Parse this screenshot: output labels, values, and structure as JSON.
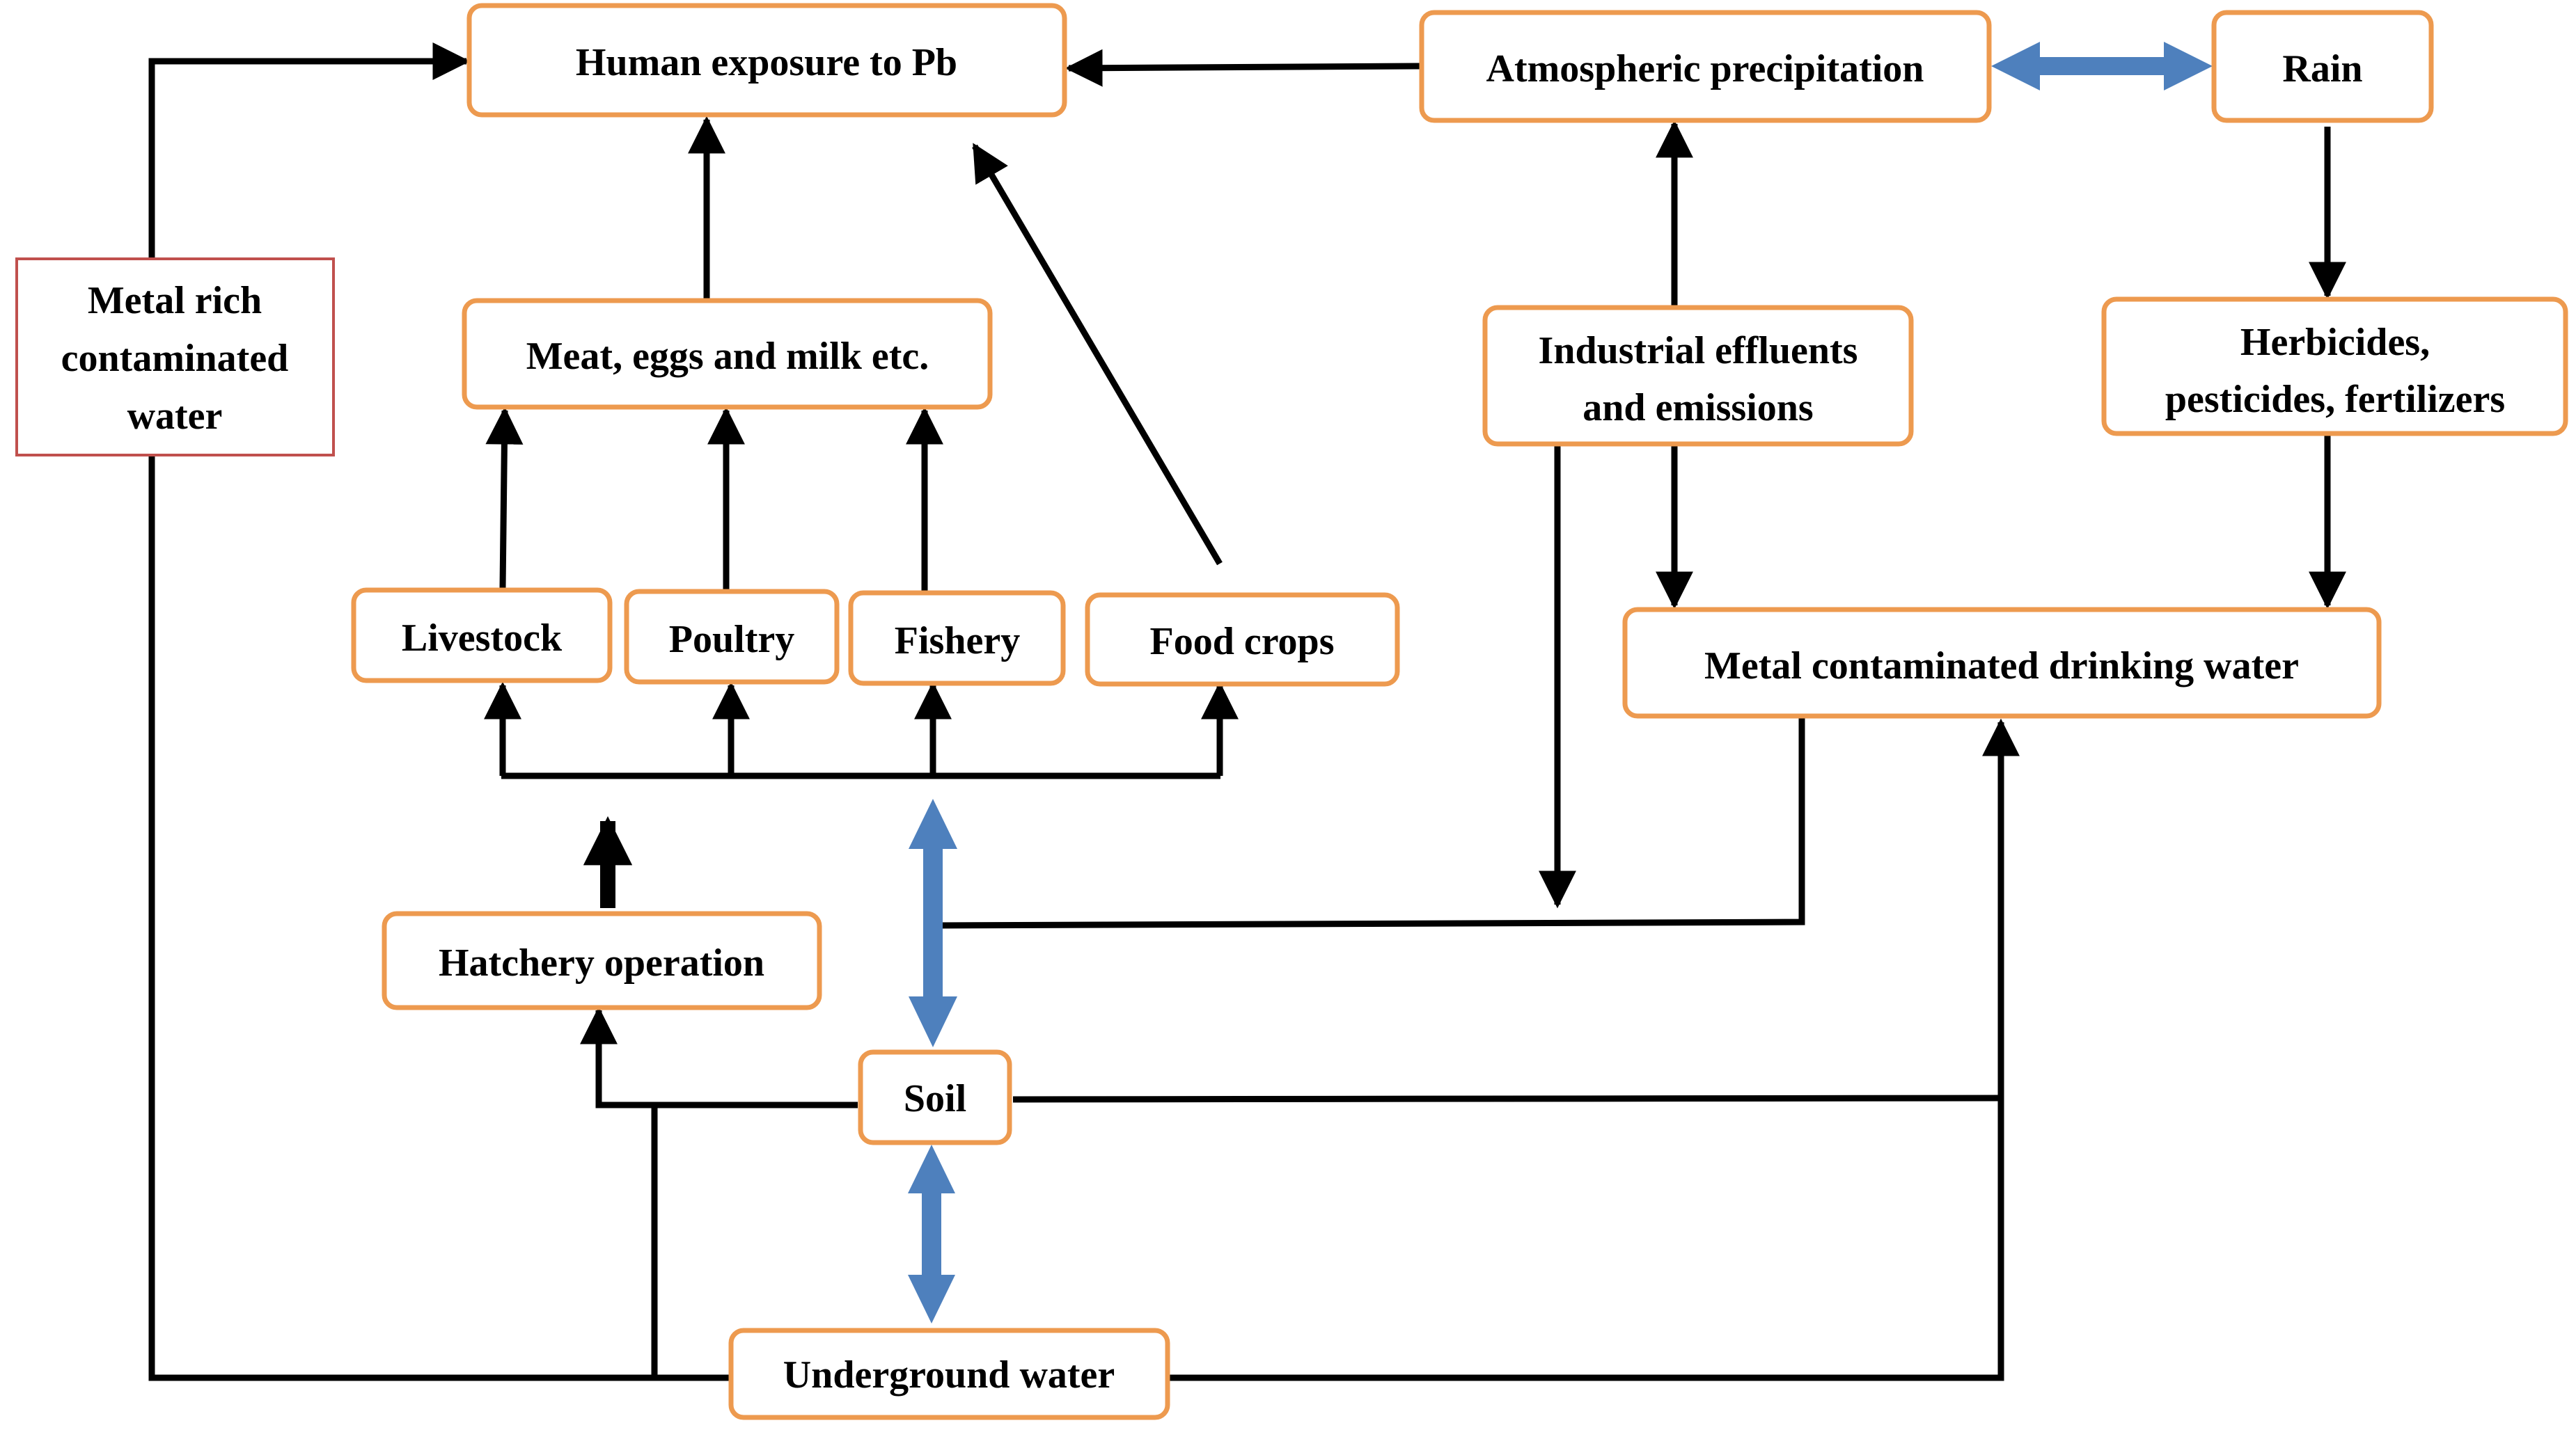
{
  "colors": {
    "box_border": "#ED9A4F",
    "red_box_border": "#C0504D",
    "arrow": "#000000",
    "bidirectional_arrow": "#4E80BD",
    "background": "#FFFFFF"
  },
  "nodes": {
    "human_exposure": "Human exposure to Pb",
    "atmospheric_precipitation": "Atmospheric precipitation",
    "rain": "Rain",
    "metal_rich_water": [
      "Metal rich",
      "contaminated",
      "water"
    ],
    "meat_eggs_milk": "Meat, eggs and milk etc.",
    "industrial_effluents": [
      "Industrial effluents",
      "and emissions"
    ],
    "herbicides": [
      "Herbicides,",
      "pesticides, fertilizers"
    ],
    "livestock": "Livestock",
    "poultry": "Poultry",
    "fishery": "Fishery",
    "food_crops": "Food crops",
    "metal_contaminated_drinking_water": "Metal contaminated drinking water",
    "hatchery_operation": "Hatchery operation",
    "soil": "Soil",
    "underground_water": "Underground water"
  }
}
